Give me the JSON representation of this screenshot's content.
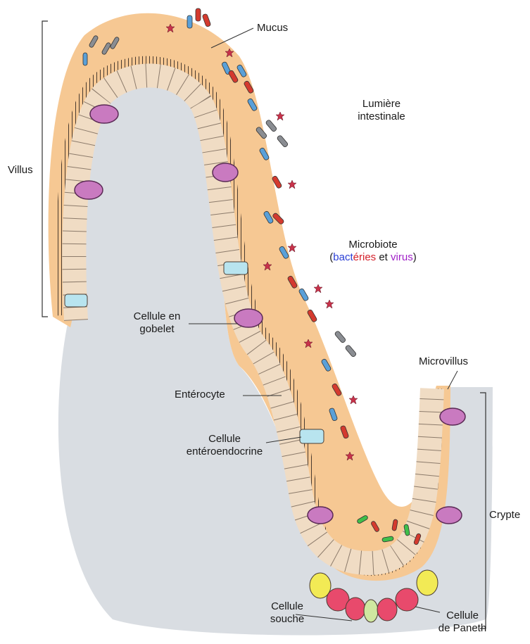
{
  "labels": {
    "mucus": "Mucus",
    "lumen_line1": "Lumière",
    "lumen_line2": "intestinale",
    "villus": "Villus",
    "microbiote_title": "Microbiote",
    "microbiote_open": "(",
    "microbiote_bacteria": "bactéries",
    "microbiote_and": " et ",
    "microbiote_virus": "virus",
    "microbiote_close": ")",
    "goblet_line1": "Cellule en",
    "goblet_line2": "gobelet",
    "enterocyte": "Entérocyte",
    "enteroendo_line1": "Cellule",
    "enteroendo_line2": "entéroendocrine",
    "microvillus": "Microvillus",
    "crypt": "Crypte",
    "stem_line1": "Cellule",
    "stem_line2": "souche",
    "paneth_line1": "Cellule",
    "paneth_line2": "de Paneth"
  },
  "colors": {
    "tissue": "#d9dde2",
    "mucus_layer": "#f6c893",
    "enterocyte": "#f0dcc4",
    "goblet": "#c97ac0",
    "enteroendocrine": "#b8e4ef",
    "stem": "#f2ea55",
    "paneth": "#e84a6c",
    "bacteria_blue": "#5aa0d8",
    "bacteria_red": "#d43a2e",
    "bacteria_gray": "#8a8d92",
    "bacteria_green": "#3fbf4a",
    "virus": "#c8324a"
  }
}
